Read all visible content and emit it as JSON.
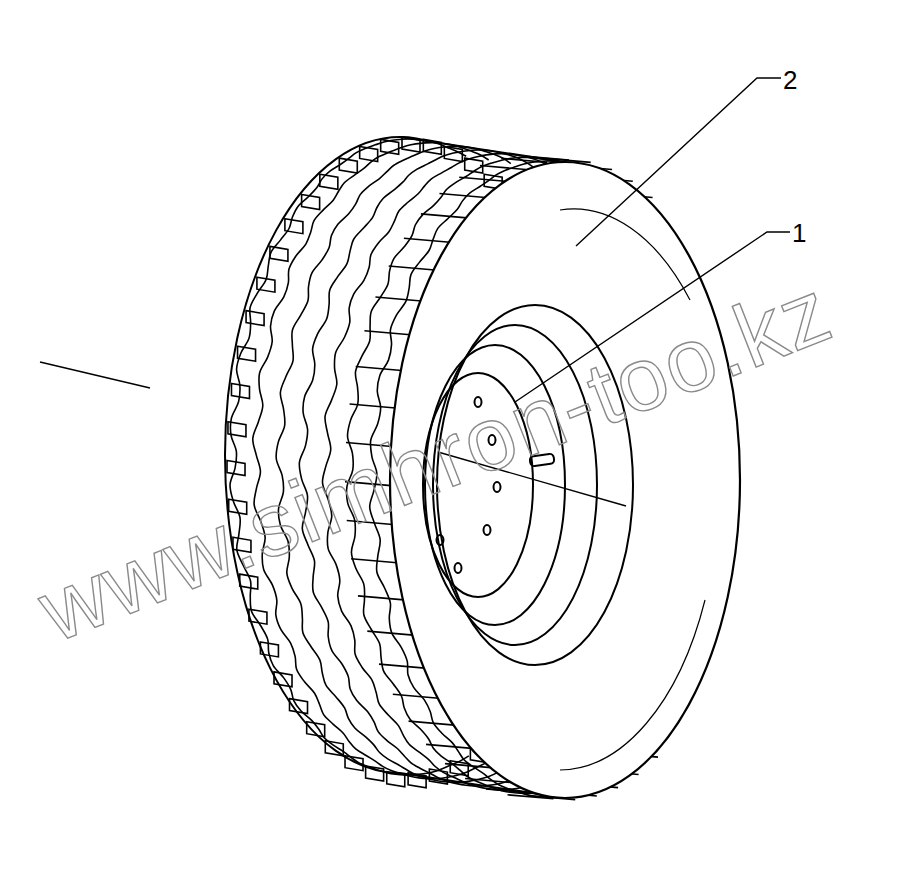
{
  "diagram": {
    "labels": [
      "2",
      "1",
      "www.simhron-too.kz"
    ]
  }
}
